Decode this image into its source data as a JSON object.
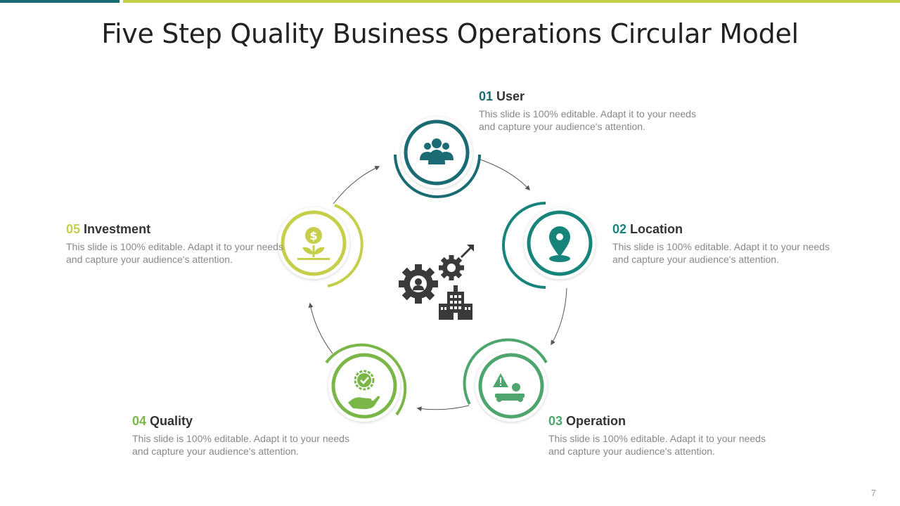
{
  "title": "Five Step Quality Business Operations Circular Model",
  "page_number": "7",
  "colors": {
    "dark_teal": "#1a6b73",
    "teal": "#17847c",
    "green": "#4ea66e",
    "light_green": "#7ab648",
    "yellow_green": "#c5cf4a",
    "icon_dark": "#3a3a3a"
  },
  "center_icon": "gears-growth-building-icon",
  "steps": [
    {
      "number": "01",
      "label": "User",
      "description": "This slide is 100% editable. Adapt it to your needs and capture your audience's attention.",
      "icon": "users-group-icon",
      "color": "#1a6b73"
    },
    {
      "number": "02",
      "label": "Location",
      "description": "This slide is 100% editable. Adapt it to your needs and capture your audience's attention.",
      "icon": "location-pin-icon",
      "color": "#17847c"
    },
    {
      "number": "03",
      "label": "Operation",
      "description": "This slide is 100% editable. Adapt it to your needs and capture your audience's attention.",
      "icon": "warning-operator-icon",
      "color": "#4ea66e"
    },
    {
      "number": "04",
      "label": "Quality",
      "description": "This slide is 100% editable. Adapt it to your needs and capture your audience's attention.",
      "icon": "quality-badge-hand-icon",
      "color": "#7ab648"
    },
    {
      "number": "05",
      "label": "Investment",
      "description": "This slide is 100% editable. Adapt it to your needs and capture your audience's attention.",
      "icon": "money-plant-icon",
      "color": "#c5cf4a"
    }
  ]
}
